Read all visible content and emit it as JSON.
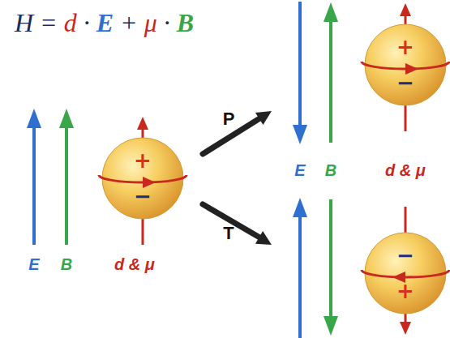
{
  "diagram": {
    "title": "H = d · E + μ · B",
    "labels": [
      "P",
      "+",
      "−",
      "+",
      "−",
      "E",
      "B",
      "d & μ",
      "T",
      "E",
      "B",
      "d & μ",
      "−",
      "+"
    ]
  }
}
